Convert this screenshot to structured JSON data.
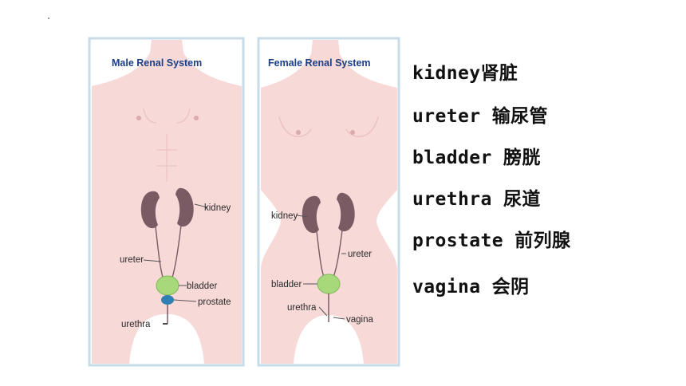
{
  "colors": {
    "skin": "#f7d9d8",
    "panel_border": "#c7dbe9",
    "kidney": "#7a5a63",
    "bladder": "#a7d97a",
    "prostate": "#2f7fb2",
    "title": "#1c3f86"
  },
  "figure": {
    "male": {
      "title": "Male Renal System",
      "labels": {
        "kidney": "kidney",
        "ureter": "ureter",
        "bladder": "bladder",
        "prostate": "prostate",
        "urethra": "urethra"
      }
    },
    "female": {
      "title": "Female Renal System",
      "labels": {
        "kidney": "kidney",
        "ureter": "ureter",
        "bladder": "bladder",
        "urethra": "urethra",
        "vagina": "vagina"
      }
    }
  },
  "vocab": [
    "kidney肾脏",
    "ureter 输尿管",
    "bladder 膀胱",
    "urethra 尿道",
    "prostate 前列腺",
    "vagina 会阴"
  ]
}
